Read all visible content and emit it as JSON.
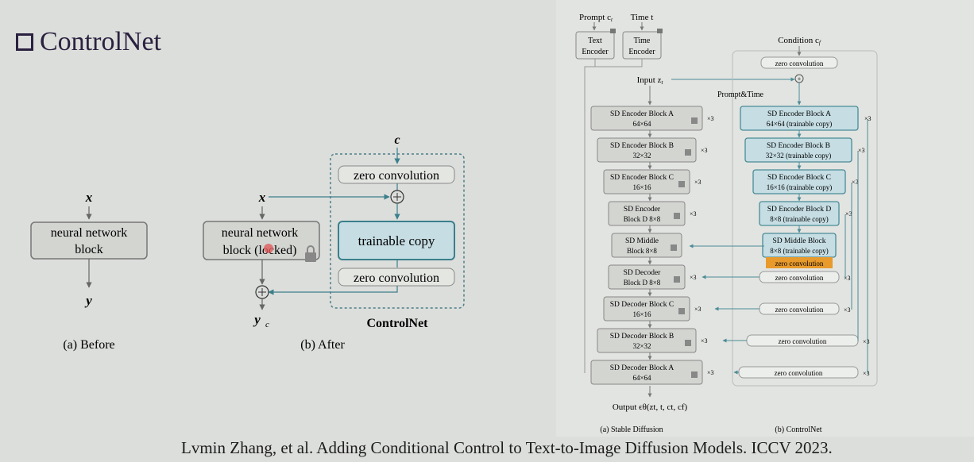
{
  "slide": {
    "title": "ControlNet",
    "citation": "Lvmin Zhang, et al. Adding Conditional Control to Text-to-Image Diffusion Models. ICCV 2023."
  },
  "left_figure": {
    "before": {
      "input": "x",
      "block_line1": "neural network",
      "block_line2": "block",
      "output": "y",
      "caption": "(a) Before"
    },
    "after": {
      "condition": "c",
      "input": "x",
      "zero_conv_top": "zero convolution",
      "trainable": "trainable copy",
      "zero_conv_bottom": "zero convolution",
      "locked_line1": "neural network",
      "locked_line2": "block (locked)",
      "output": "y",
      "output_sub": "c",
      "controlnet_label": "ControlNet",
      "caption": "(b) After"
    }
  },
  "right_figure": {
    "prompt_label": "Prompt c",
    "prompt_sub": "t",
    "time_label": "Time t",
    "text_encoder": [
      "Text",
      "Encoder"
    ],
    "time_encoder": [
      "Time",
      "Encoder"
    ],
    "input_label": "Input z",
    "input_sub": "t",
    "condition_label": "Condition c",
    "condition_sub": "f",
    "prompt_time": "Prompt&Time",
    "zero_conv": "zero convolution",
    "sd_blocks": [
      {
        "l1": "SD Encoder Block A",
        "l2": "64×64",
        "rep": "×3"
      },
      {
        "l1": "SD Encoder Block B",
        "l2": "32×32",
        "rep": "×3"
      },
      {
        "l1": "SD Encoder Block C",
        "l2": "16×16",
        "rep": "×3"
      },
      {
        "l1": "SD Encoder",
        "l2": "Block D 8×8",
        "rep": "×3"
      },
      {
        "l1": "SD Middle",
        "l2": "Block 8×8",
        "rep": ""
      },
      {
        "l1": "SD Decoder",
        "l2": "Block D 8×8",
        "rep": "×3"
      },
      {
        "l1": "SD Decoder Block C",
        "l2": "16×16",
        "rep": "×3"
      },
      {
        "l1": "SD Decoder Block B",
        "l2": "32×32",
        "rep": "×3"
      },
      {
        "l1": "SD Decoder Block A",
        "l2": "64×64",
        "rep": "×3"
      }
    ],
    "cn_blocks": [
      {
        "l1": "SD Encoder Block A",
        "l2": "64×64 (trainable copy)",
        "rep": "×3"
      },
      {
        "l1": "SD Encoder Block B",
        "l2": "32×32 (trainable copy)",
        "rep": "×3"
      },
      {
        "l1": "SD Encoder Block C",
        "l2": "16×16 (trainable copy)",
        "rep": "×3"
      },
      {
        "l1": "SD Encoder Block D",
        "l2": "8×8 (trainable copy)",
        "rep": "×3"
      },
      {
        "l1": "SD Middle Block",
        "l2": "8×8 (trainable copy)",
        "rep": ""
      }
    ],
    "zero_conv_rep": "×3",
    "output_label": "Output ϵθ(zt, t, ct, cf)",
    "caption_sd": "(a) Stable Diffusion",
    "caption_cn": "(b) ControlNet",
    "highlight_color": "#e89a2b",
    "trainable_color": "#c5dde3"
  }
}
